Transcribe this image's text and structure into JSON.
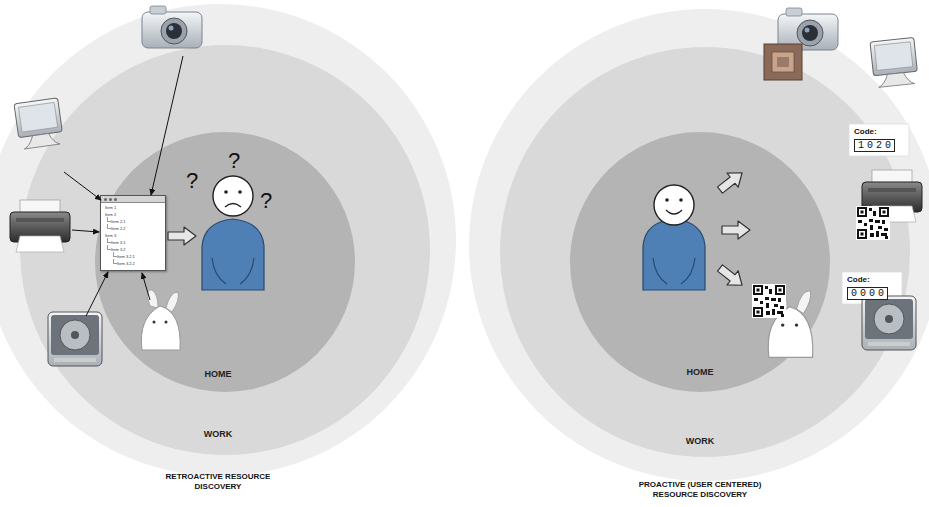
{
  "diagram": {
    "nodes": [
      {
        "text": [
          "WORK"
        ]
      },
      {
        "text": [
          "HOME"
        ],
        "in": 0
      },
      {
        "text": [
          "Item 1",
          "Item 2",
          "Item 2.1",
          "Item 2.2",
          "Item 3",
          "Item 3.1",
          "Item 3.2",
          "Item 3.2.1",
          "Item 3.2.2"
        ],
        "in": 0
      },
      {
        "text": [
          "WORK"
        ]
      },
      {
        "text": [
          "HOME"
        ],
        "in": 3
      }
    ],
    "labels": [
      "?",
      "?",
      "?",
      "Code:",
      "1020",
      "Code:",
      "0000",
      "RETROACTIVE RESOURCE DISCOVERY",
      "PROACTIVE (USER CENTERED) RESOURCE DISCOVERY"
    ]
  }
}
